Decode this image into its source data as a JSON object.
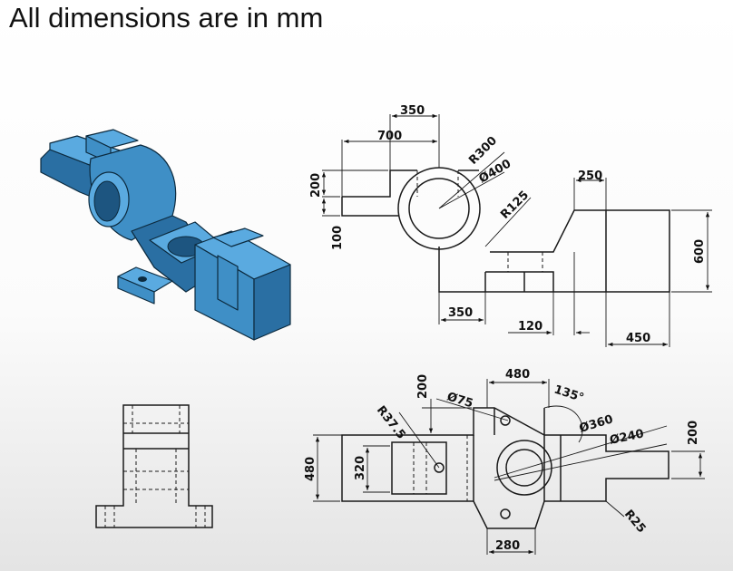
{
  "title": "All dimensions are in mm",
  "front_view": {
    "dims": [
      "350",
      "700",
      "200",
      "R300",
      "Ø400",
      "R125",
      "250",
      "100",
      "600",
      "350",
      "120",
      "450"
    ]
  },
  "top_view": {
    "dims": [
      "480",
      "200",
      "Ø75",
      "135°",
      "R37.5",
      "Ø360",
      "Ø240",
      "200",
      "480",
      "320",
      "R25",
      "280"
    ]
  }
}
